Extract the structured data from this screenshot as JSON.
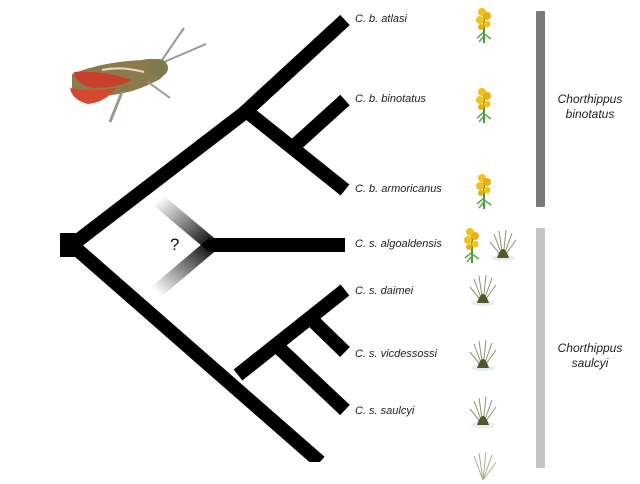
{
  "figure": {
    "type": "phylogenetic-tree",
    "uncertain_node_mark": "?",
    "colors": {
      "branch": "#000000",
      "binotatus_bar": "#7a7a7a",
      "saulcyi_bar": "#c4c4c4",
      "flower_yellow": "#f2c21a",
      "grass_green": "#6e7a3a"
    }
  },
  "taxa": [
    {
      "label": "C. b. atlasi",
      "host_plants": [
        "flowering-shrub"
      ]
    },
    {
      "label": "C. b. binotatus",
      "host_plants": [
        "flowering-shrub"
      ]
    },
    {
      "label": "C. b. armoricanus",
      "host_plants": [
        "flowering-shrub"
      ]
    },
    {
      "label": "C. s. algoaldensis",
      "host_plants": [
        "flowering-shrub",
        "grass-tussock"
      ]
    },
    {
      "label": "C. s. daimei",
      "host_plants": [
        "grass-tussock"
      ]
    },
    {
      "label": "C. s. vicdessossi",
      "host_plants": [
        "grass-tussock"
      ]
    },
    {
      "label": "C. s. saulcyi",
      "host_plants": [
        "grass-tussock"
      ]
    }
  ],
  "groups": [
    {
      "line1": "Chorthippus",
      "line2": "binotatus"
    },
    {
      "line1": "Chorthippus",
      "line2": "saulcyi"
    }
  ]
}
